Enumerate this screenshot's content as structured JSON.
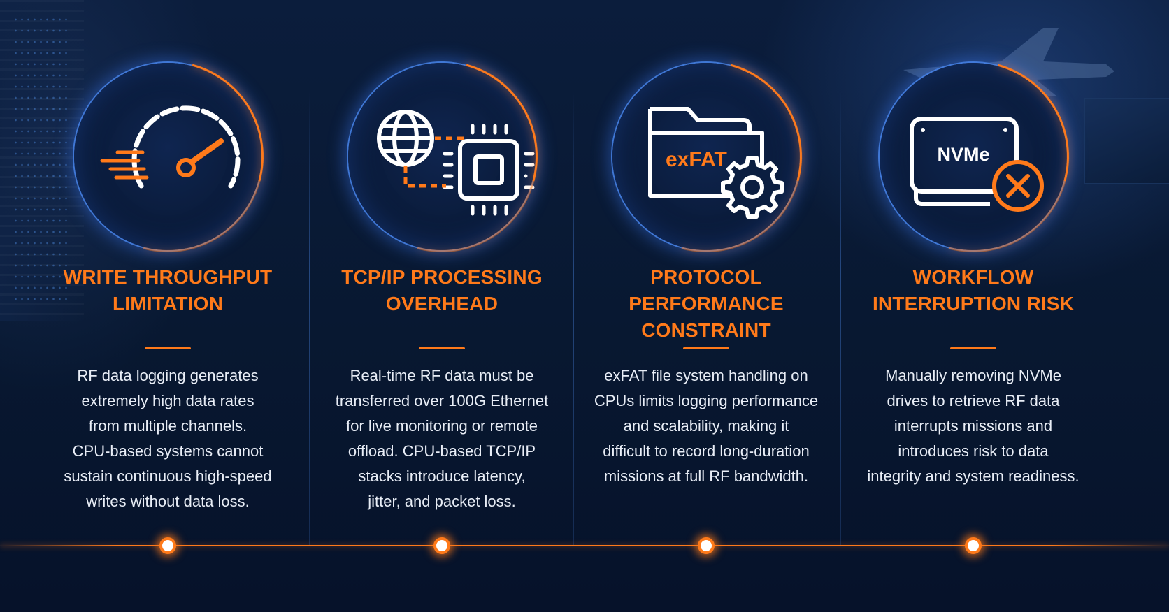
{
  "colors": {
    "accent": "#ff7a1a",
    "ring": "#4682e6",
    "background": "#081831",
    "text": "#e8edf6"
  },
  "cards": [
    {
      "icon": "speedometer-icon",
      "title": [
        "WRITE THROUGHPUT",
        "LIMITATION"
      ],
      "body": [
        "RF data logging generates",
        "extremely high data rates",
        "from multiple channels.",
        "CPU-based systems cannot",
        "sustain continuous high-speed",
        "writes without data loss."
      ]
    },
    {
      "icon": "network-chip-icon",
      "title": [
        "TCP/IP PROCESSING",
        "OVERHEAD"
      ],
      "body": [
        "Real-time RF data must be",
        "transferred over 100G Ethernet",
        "for live monitoring or remote",
        "offload. CPU-based TCP/IP",
        "stacks introduce latency,",
        "jitter, and packet loss."
      ]
    },
    {
      "icon": "folder-gear-icon",
      "icon_label": "exFAT",
      "title": [
        "PROTOCOL PERFORMANCE",
        "CONSTRAINT"
      ],
      "body": [
        "exFAT file system handling on",
        "CPUs limits logging performance",
        "and scalability, making it",
        "difficult to record long-duration",
        "missions at full RF bandwidth."
      ]
    },
    {
      "icon": "drive-error-icon",
      "icon_label": "NVMe",
      "title": [
        "WORKFLOW",
        "INTERRUPTION RISK"
      ],
      "body": [
        "Manually removing NVMe",
        "drives to retrieve RF data",
        "interrupts missions and",
        "introduces risk to data",
        "integrity and system readiness."
      ]
    }
  ]
}
